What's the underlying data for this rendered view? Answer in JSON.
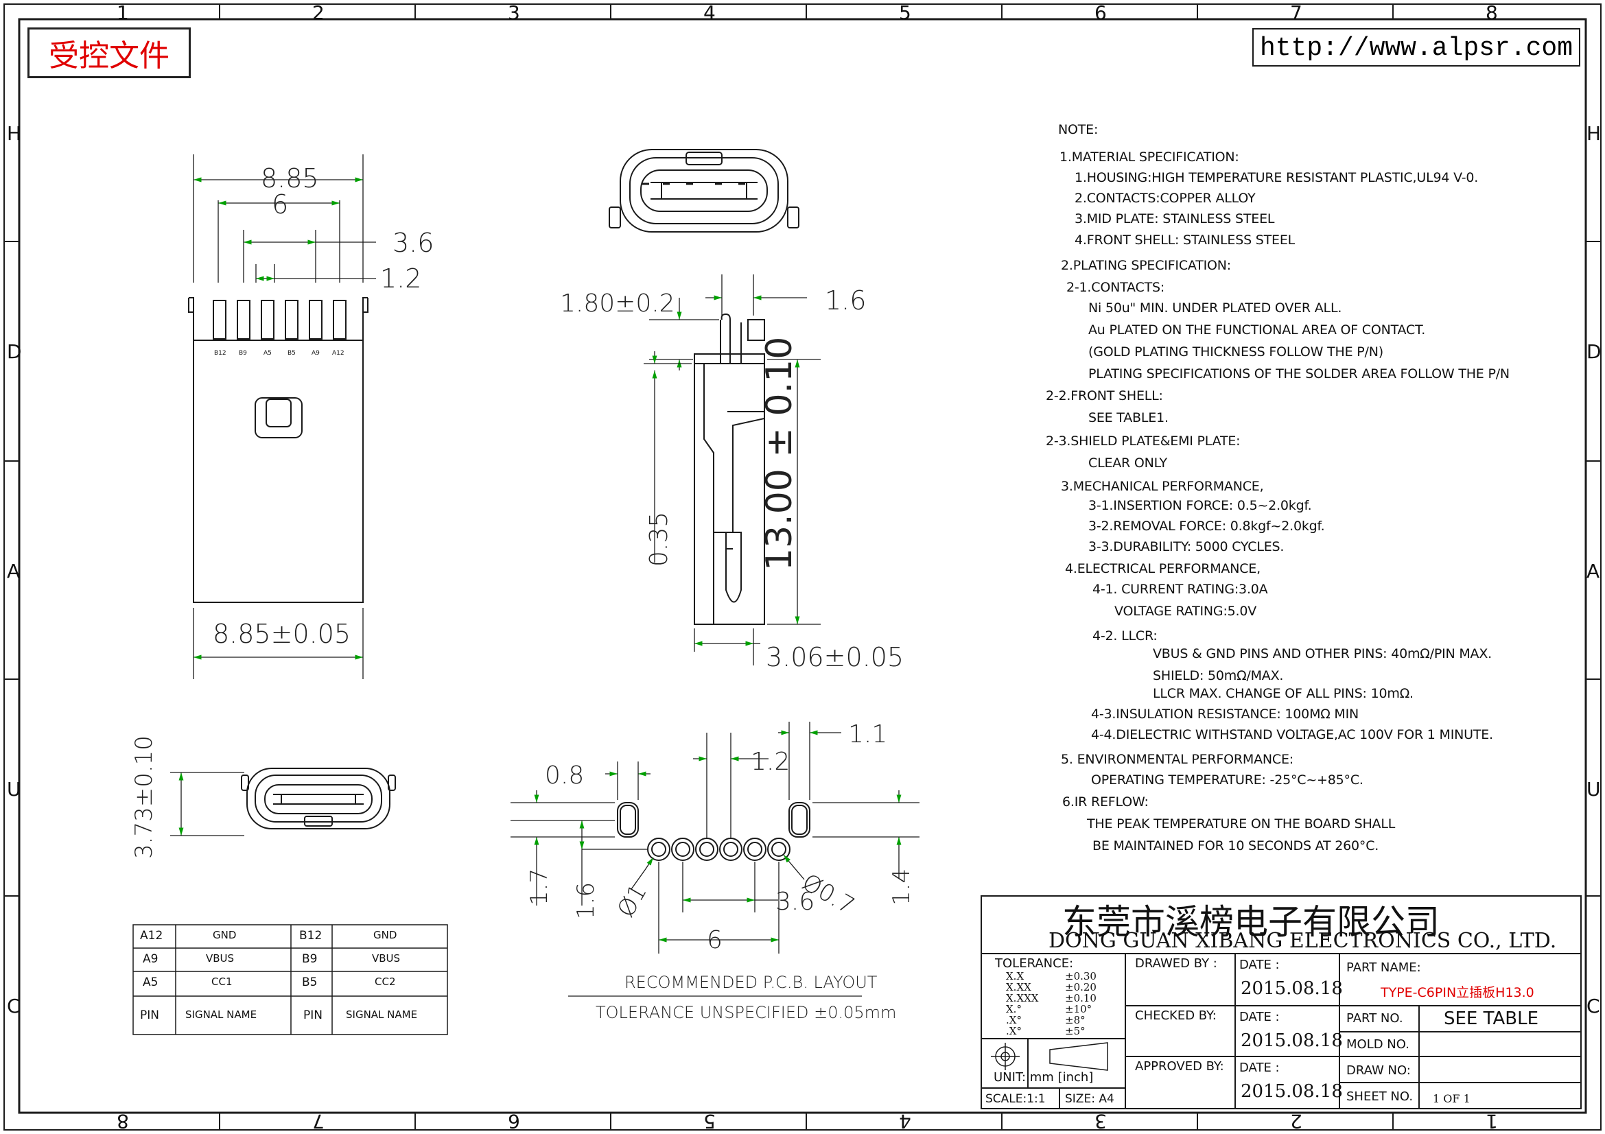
{
  "border": {
    "top_numbers": [
      "1",
      "2",
      "3",
      "4",
      "5",
      "6",
      "7",
      "8"
    ],
    "bottom_numbers": [
      "8",
      "7",
      "6",
      "5",
      "4",
      "3",
      "2",
      "1"
    ],
    "side_letters": [
      "H",
      "D",
      "A",
      "U",
      "C"
    ]
  },
  "stamp": "受控文件",
  "website": "http://www.alpsr.com",
  "notes": [
    "NOTE:",
    "1.MATERIAL SPECIFICATION:",
    "1.HOUSING:HIGH TEMPERATURE RESISTANT PLASTIC,UL94 V-0.",
    "2.CONTACTS:COPPER ALLOY",
    "3.MID PLATE: STAINLESS STEEL",
    "4.FRONT SHELL: STAINLESS STEEL",
    "2.PLATING SPECIFICATION:",
    "2-1.CONTACTS:",
    "Ni 50u\" MIN. UNDER PLATED OVER ALL.",
    "Au PLATED ON THE FUNCTIONAL AREA OF CONTACT.",
    "(GOLD PLATING THICKNESS FOLLOW THE P/N)",
    "PLATING SPECIFICATIONS OF THE SOLDER AREA FOLLOW THE P/N",
    "2-2.FRONT SHELL:",
    "SEE TABLE1.",
    "2-3.SHIELD PLATE&EMI PLATE:",
    "CLEAR ONLY",
    "3.MECHANICAL PERFORMANCE,",
    "3-1.INSERTION FORCE: 0.5~2.0kgf.",
    "3-2.REMOVAL FORCE: 0.8kgf~2.0kgf.",
    "3-3.DURABILITY: 5000 CYCLES.",
    "4.ELECTRICAL PERFORMANCE,",
    "4-1. CURRENT RATING:3.0A",
    "VOLTAGE RATING:5.0V",
    "4-2. LLCR:",
    "VBUS & GND PINS AND OTHER PINS: 40mΩ/PIN MAX.",
    "SHIELD: 50mΩ/MAX.",
    "LLCR MAX. CHANGE OF ALL PINS: 10mΩ.",
    "4-3.INSULATION RESISTANCE: 100MΩ MIN",
    "4-4.DIELECTRIC WITHSTAND VOLTAGE,AC 100V FOR 1 MINUTE.",
    "5. ENVIRONMENTAL PERFORMANCE:",
    "OPERATING TEMPERATURE: -25°C~+85°C.",
    "6.IR REFLOW:",
    "THE PEAK TEMPERATURE ON THE BOARD SHALL",
    "BE MAINTAINED FOR 10 SECONDS AT 260°C."
  ],
  "dims": {
    "w885": "8.85",
    "w6": "6",
    "w36": "3.6",
    "w12": "1.2",
    "w885tol": "8.85±0.05",
    "h180": "1.80±0.2",
    "w16": "1.6",
    "h1300": "13.00 ± 0.10",
    "h035": "0.35",
    "w306": "3.06±0.05",
    "h373": "3.73±0.10",
    "p11": "1.1",
    "p12": "1.2",
    "p08": "0.8",
    "p17": "1.7",
    "p16": "1.6",
    "pd1": "Ø1",
    "pd07": "Ø0.7",
    "p36": "3.6",
    "p6": "6",
    "p14": "1.4"
  },
  "pin_labels": [
    "B12",
    "B9",
    "A5",
    "B5",
    "A9",
    "A12"
  ],
  "pcb_caption": "RECOMMENDED P.C.B. LAYOUT",
  "tolerance_note": "TOLERANCE UNSPECIFIED ±0.05mm",
  "pin_table": {
    "rows": [
      [
        "A12",
        "GND",
        "B12",
        "GND"
      ],
      [
        "A9",
        "VBUS",
        "B9",
        "VBUS"
      ],
      [
        "A5",
        "CC1",
        "B5",
        "CC2"
      ],
      [
        "PIN",
        "SIGNAL NAME",
        "PIN",
        "SIGNAL NAME"
      ]
    ]
  },
  "title_block": {
    "company_cn": "东莞市溪榜电子有限公司",
    "company_en": "DONG GUAN XIBANG ELECTRONICS CO., LTD.",
    "tolerance_label": "TOLERANCE:",
    "tol_rows": [
      [
        "X.X",
        "±0.30"
      ],
      [
        "X.XX",
        "±0.20"
      ],
      [
        "X.XXX",
        "±0.10"
      ],
      [
        "X.°",
        "±10°"
      ],
      [
        ".X°",
        "±8°"
      ],
      [
        ".X°",
        "±5°"
      ]
    ],
    "drawn_by": "DRAWED BY :",
    "checked_by": "CHECKED BY:",
    "approved_by": "APPROVED BY:",
    "date_label": "DATE :",
    "date": "2015.08.18",
    "part_name_label": "PART NAME:",
    "part_name": "TYPE-C6PIN立插板H13.0",
    "part_no_label": "PART NO.",
    "part_no": "SEE TABLE",
    "mold_no_label": "MOLD NO.",
    "draw_no_label": "DRAW NO:",
    "sheet_no_label": "SHEET NO.",
    "sheet_no": "1 OF 1",
    "unit": "UNIT: mm [inch]",
    "scale": "SCALE:1:1",
    "size": "SIZE: A4"
  },
  "colors": {
    "ink": "#1a1a1a",
    "arrow": "#00a000",
    "stamp": "#e00000",
    "part_name": "#e00000"
  }
}
